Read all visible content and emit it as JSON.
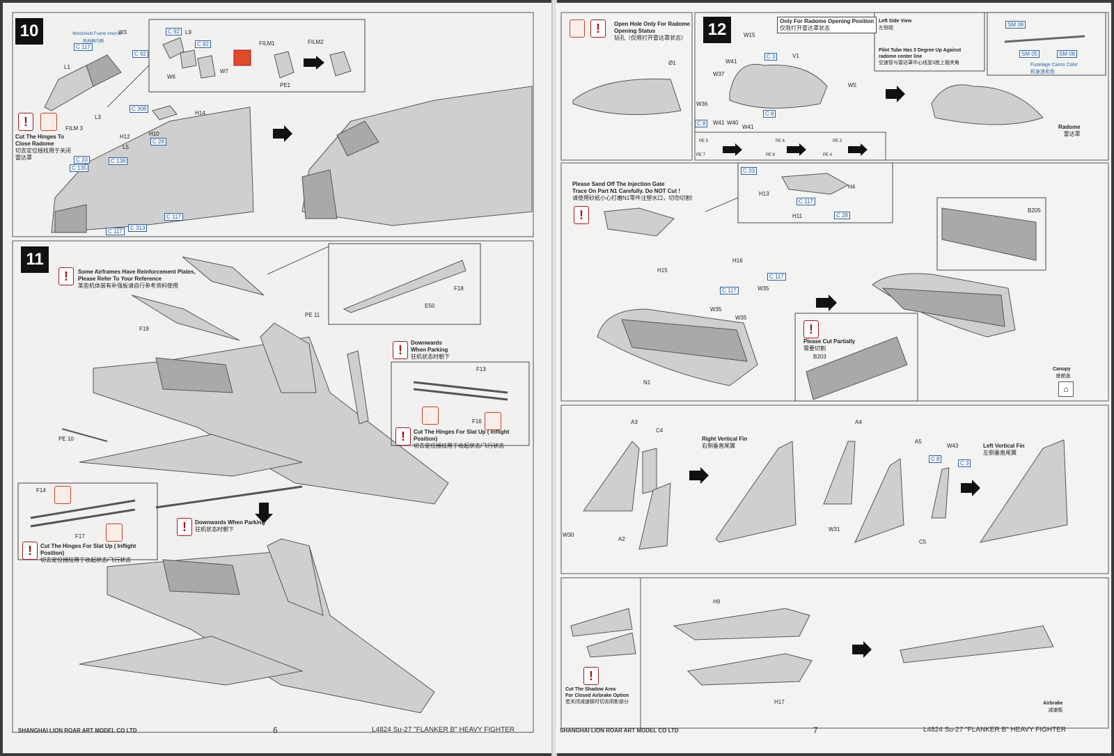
{
  "left_page": {
    "step10": {
      "number": "10",
      "labels": {
        "windshield_cn": "Windshield Frame Internal",
        "windshield_cn2": "风挡框内侧",
        "c117a": "C 117",
        "w3": "W3",
        "c92a": "C 92",
        "l1": "L1",
        "c92b": "C 92",
        "l9": "L9",
        "c92c": "C 92",
        "w6": "W6",
        "w7": "W7",
        "film1": "FILM1",
        "film2": "FILM2",
        "pe1": "PE1",
        "l3": "L3",
        "c308": "C 308",
        "h14": "H14",
        "film3": "FILM 3",
        "h12": "H12",
        "h10": "H10",
        "c28": "C 28",
        "l5": "L5",
        "c33": "C 33",
        "c138": "C 138",
        "c135": "C 135",
        "c117b": "C 117",
        "c117c": "C 117",
        "c313": "C 313"
      },
      "note": {
        "en": "Cut The Hinges To Close Radome",
        "cn": "切去定位揺枝用于关闭雷达罩"
      }
    },
    "step11": {
      "number": "11",
      "note_reinforce": {
        "en1": "Some Airframes Have Reinforcement Plates,",
        "en2": "Please Refer To Your Reference",
        "cn": "某些机体装有补强板请自行参考资料使用"
      },
      "labels": {
        "f19": "F19",
        "f18": "F18",
        "e50": "E50",
        "pe11": "PE 11",
        "pe10": "PE 10",
        "f13": "F13",
        "f16": "F16",
        "f14": "F14",
        "f17": "F17"
      },
      "note_downwards": {
        "en1": "Downwards",
        "en2": "When Parking",
        "cn": "驻机状态时朝下"
      },
      "note_slat_right": {
        "en": "Cut The Hinges For Slat Up ( Inflight Position)",
        "cn": "切去定位揺枝用于收起状态/飞行状态"
      },
      "note_slat_left": {
        "en": "Cut The Hinges For Slat Up ( Inflight Position)",
        "cn": "切去定位揺枝用于收起状态/飞行状态"
      },
      "note_downwards2": {
        "en": "Downwards When Parking",
        "cn": "驻机状态时朝下"
      }
    },
    "footer": {
      "company": "SHANGHAI LION ROAR ART MODEL CO LTD",
      "page": "6",
      "kit": "L4824   Su-27   \"FLANKER B\"   HEAVY   FIGHTER"
    }
  },
  "right_page": {
    "radome_hole": {
      "en1": "Open Hole Only For Radome",
      "en2": "Opening Status",
      "cn": "钻孔（仅限打开雷达罩状态）",
      "dia": "Ø1"
    },
    "step12": {
      "number": "12",
      "radome_note": {
        "en": "Only For Radome Opening Position",
        "cn": "仅限打开雷达罩状态"
      },
      "labels": {
        "w15": "W15",
        "w41a": "W41",
        "c3": "C 3",
        "v1": "V1",
        "w37": "W37",
        "w5": "W5",
        "w36": "W36",
        "c8a": "C 8",
        "c8b": "C 8",
        "w41b": "W41",
        "w40": "W40",
        "w41c": "W41",
        "pe5": "PE 5",
        "pe6": "PE 6",
        "pe3": "PE 3",
        "pe7": "PE 7",
        "pe8": "PE 8",
        "pe4": "PE 4"
      },
      "radome_label": {
        "en": "Radome",
        "cn": "雷达罩"
      }
    },
    "left_side_view": {
      "title_en": "Left Side View",
      "title_cn": "左侧视",
      "pitot_en1": "Pilot Tube Has 3 Degree Up Against",
      "pitot_en2": "radome center line",
      "pitot_cn": "空速管与雷达罩中心线呈3度上翘夹角"
    },
    "sm_box": {
      "sm08a": "SM 08",
      "sm05": "SM 05",
      "sm08b": "SM 08",
      "camo_en": "Fuselage Camo Color",
      "camo_cn": "机身迷彩色"
    },
    "canopy_section": {
      "sand_note": {
        "en1": "Please Sand Off The Injection Gate",
        "en2": "Trace On Part N1 Carefully. Do NOT Cut !",
        "cn": "请使用砂纸小心打磨N1零件注塑水口，切勿切割!"
      },
      "labels": {
        "c33": "C 33",
        "h13": "H13",
        "h4": "H4",
        "c117a": "C 117",
        "h11": "H11",
        "c28": "C 28",
        "h16": "H16",
        "h15": "H15",
        "c117b": "C 117",
        "c117c": "C 117",
        "w35a": "W35",
        "w35b": "W35",
        "w35c": "W35",
        "n1": "N1",
        "b205": "B205",
        "b203": "B203"
      },
      "cut_note": {
        "en": "Please Cut Partially",
        "cn": "需要切割"
      },
      "canopy_label": {
        "en": "Canopy",
        "cn": "座舱盖"
      }
    },
    "fins": {
      "labels": {
        "a3": "A3",
        "c4": "C4",
        "a2": "A2",
        "w30": "W30",
        "a4": "A4",
        "a5": "A5",
        "w43": "W43",
        "c8": "C 8",
        "c3": "C 3",
        "w31": "W31",
        "c5": "C5"
      },
      "right_fin": {
        "en": "Right Vertical Fin",
        "cn": "右侧垂直尾翼"
      },
      "left_fin": {
        "en": "Left Vertical Fin",
        "cn": "左侧垂直尾翼"
      }
    },
    "airbrake": {
      "labels": {
        "h9": "H9",
        "h17": "H17"
      },
      "note": {
        "en1": "Cut  The Shadow Area",
        "en2": "For Closed Airbrake Option",
        "cn": "若关闭减速板时切去阴影部分"
      },
      "label": {
        "en": "Airbrake",
        "cn": "减速板"
      }
    },
    "footer": {
      "company": "SHANGHAI LION ROAR ART MODEL CO LTD",
      "page": "7",
      "kit": "L4824   Su-27   \"FLANKER B\"   HEAVY   FIGHTER"
    }
  }
}
